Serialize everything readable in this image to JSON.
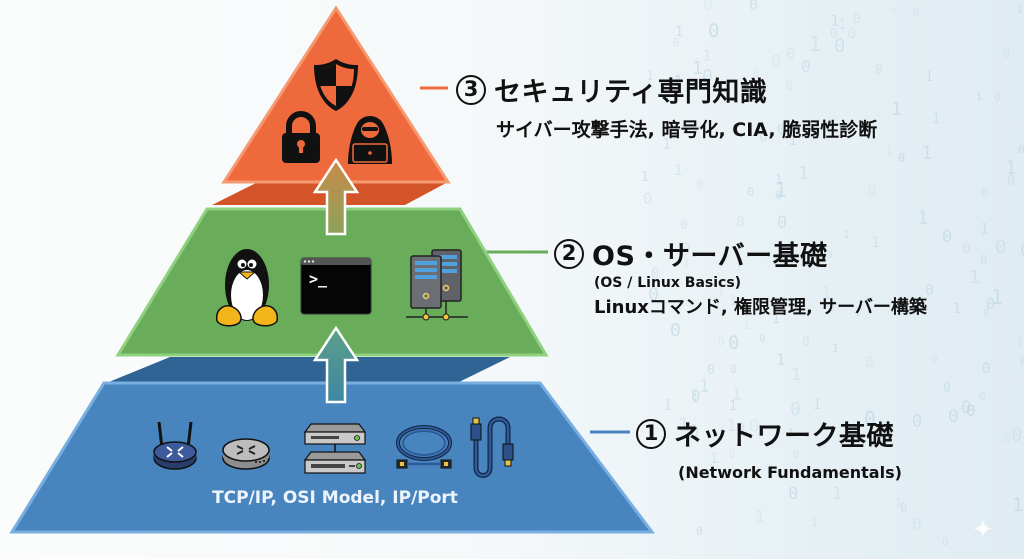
{
  "diagram": {
    "type": "pyramid",
    "tiers": [
      {
        "level": 3,
        "number_glyph": "3",
        "title": "セキュリティ専門知識",
        "subtitle": "サイバー攻撃手法, 暗号化, CIA, 脆弱性診断",
        "color": "#ee6a3d",
        "shelf_color": "#d4542a",
        "icons": [
          "shield-icon",
          "padlock-icon",
          "hacker-laptop-icon"
        ]
      },
      {
        "level": 2,
        "number_glyph": "2",
        "title": "OS・サーバー基礎",
        "subtitle_en": "(OS / Linux Basics)",
        "subtitle": "Linuxコマンド, 権限管理, サーバー構築",
        "color": "#69ad5a",
        "icons": [
          "linux-penguin-icon",
          "terminal-icon",
          "server-network-icon"
        ]
      },
      {
        "level": 1,
        "number_glyph": "1",
        "title": "ネットワーク基礎",
        "subtitle_en": "(Network Fundamentals)",
        "caption": "TCP/IP, OSI Model, IP/Port",
        "color": "#4885bf",
        "shelf_color": "#2f6494",
        "icons": [
          "wireless-router-icon",
          "router-icon",
          "network-switch-icon",
          "coiled-cable-icon",
          "ethernet-cable-icon"
        ]
      }
    ],
    "arrows": [
      "up-arrow-1-to-2",
      "up-arrow-2-to-3"
    ],
    "terminal_prompt": ">_"
  }
}
